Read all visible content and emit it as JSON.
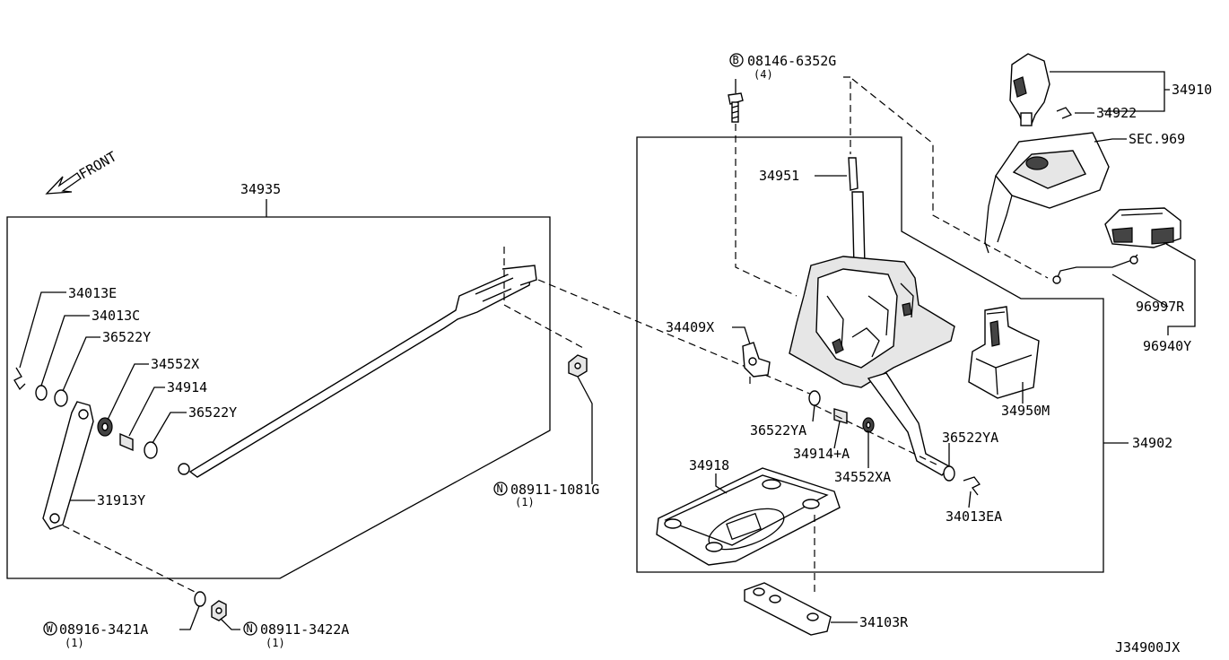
{
  "diagram_code": "J34900JX",
  "front_label": "FRONT",
  "assemblies": {
    "linkage": "34935",
    "shifter": "34902",
    "knob": "34910",
    "harness_group": "96940Y"
  },
  "labels": {
    "bolt_code": "08146-6352G",
    "bolt_qty": "(4)",
    "p34910": "34910",
    "p34922": "34922",
    "sec969": "SEC.969",
    "p34951": "34951",
    "p96997R": "96997R",
    "p96940Y": "96940Y",
    "p34409X": "34409X",
    "p34950M": "34950M",
    "p34902": "34902",
    "p36522YA_left": "36522YA",
    "p36522YA_right": "36522YA",
    "p34914A": "34914+A",
    "p34552XA": "34552XA",
    "p34013EA": "34013EA",
    "p34918": "34918",
    "p34103R": "34103R",
    "p34935": "34935",
    "p34013E": "34013E",
    "p34013C": "34013C",
    "p36522Y_top": "36522Y",
    "p34552X": "34552X",
    "p34914": "34914",
    "p36522Y_mid": "36522Y",
    "p31913Y": "31913Y",
    "nut_code": "08911-1081G",
    "nut_qty": "(1)",
    "washer_code": "08916-3421A",
    "washer_qty": "(1)",
    "nut2_code": "08911-3422A",
    "nut2_qty": "(1)"
  },
  "symbols": {
    "bolt": "B",
    "washer": "W",
    "nut": "N"
  }
}
